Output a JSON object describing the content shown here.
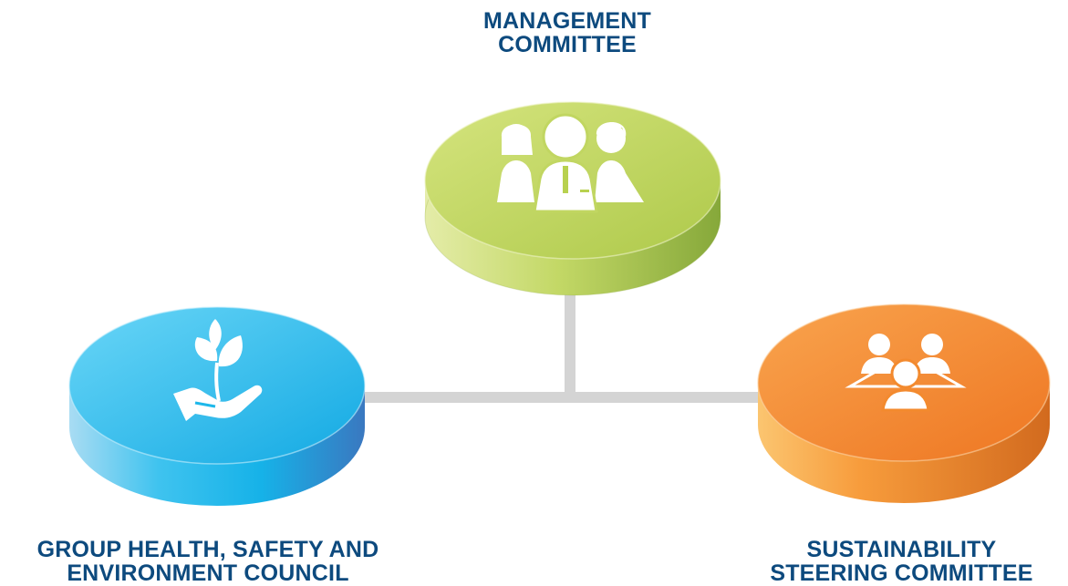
{
  "nodes": [
    {
      "id": "management",
      "label_lines": [
        "MANAGEMENT",
        "COMMITTEE"
      ],
      "color": "#b8d14f",
      "icon": "team-people-icon"
    },
    {
      "id": "hse",
      "label_lines": [
        "GROUP HEALTH, SAFETY AND",
        "ENVIRONMENT COUNCIL"
      ],
      "color": "#1eb8ea",
      "icon": "hand-plant-icon"
    },
    {
      "id": "sustainability",
      "label_lines": [
        "SUSTAINABILITY",
        "STEERING COMMITTEE"
      ],
      "color": "#f5892f",
      "icon": "meeting-people-icon"
    }
  ],
  "colors": {
    "label": "#0d4a7e",
    "connector": "#d4d4d4"
  }
}
